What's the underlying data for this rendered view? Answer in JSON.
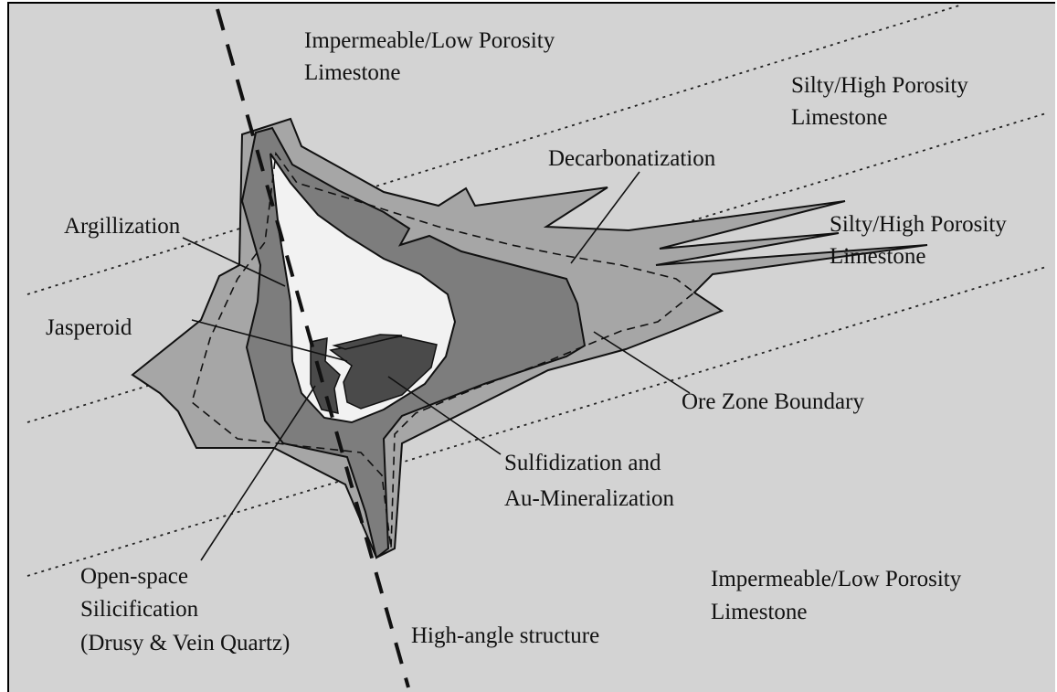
{
  "labels": {
    "impermeable_top_1": "Impermeable/Low Porosity",
    "impermeable_top_2": "Limestone",
    "silty_upper_1": "Silty/High Porosity",
    "silty_upper_2": "Limestone",
    "decarbonatization": "Decarbonatization",
    "silty_middle_1": "Silty/High Porosity",
    "silty_middle_2": "Limestone",
    "argillization": "Argillization",
    "jasperoid": "Jasperoid",
    "ore_zone_boundary": "Ore Zone Boundary",
    "sulfidization_1": "Sulfidization and",
    "sulfidization_2": "Au-Mineralization",
    "open_space_1": "Open-space",
    "open_space_2": "Silicification",
    "open_space_3": "(Drusy & Vein Quartz)",
    "impermeable_bottom_1": "Impermeable/Low Porosity",
    "impermeable_bottom_2": "Limestone",
    "high_angle_structure": "High-angle structure"
  },
  "colors": {
    "background": "#d3d3d3",
    "decarbonatization_zone": "#a6a6a6",
    "argillization_zone": "#7d7d7d",
    "silicification_zone": "#f2f2f2",
    "sulfide_zone": "#4a4a4a"
  }
}
